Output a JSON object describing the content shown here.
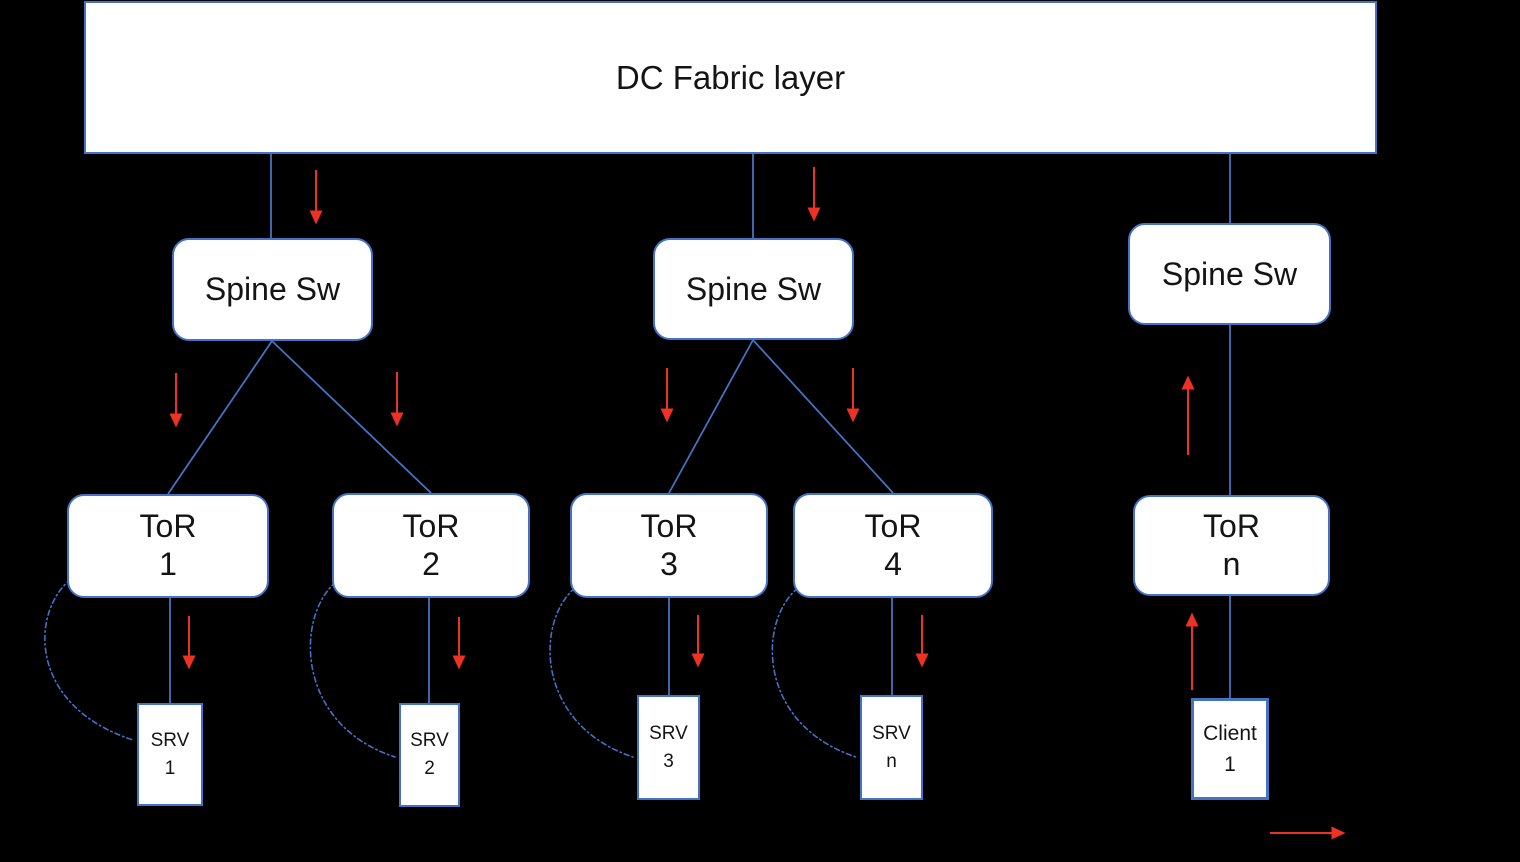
{
  "diagram": {
    "title": "DC Fabric layer",
    "nodes": {
      "fabric": {
        "label": "DC Fabric layer"
      },
      "spines": [
        {
          "label": "Spine Sw"
        },
        {
          "label": "Spine Sw"
        },
        {
          "label": "Spine Sw"
        }
      ],
      "tors": [
        {
          "line1": "ToR",
          "line2": "1"
        },
        {
          "line1": "ToR",
          "line2": "2"
        },
        {
          "line1": "ToR",
          "line2": "3"
        },
        {
          "line1": "ToR",
          "line2": "4"
        },
        {
          "line1": "ToR",
          "line2": "n"
        }
      ],
      "servers": [
        {
          "line1": "SRV",
          "line2": "1"
        },
        {
          "line1": "SRV",
          "line2": "2"
        },
        {
          "line1": "SRV",
          "line2": "3"
        },
        {
          "line1": "SRV",
          "line2": "n"
        }
      ],
      "client": {
        "line1": "Client",
        "line2": "1"
      }
    },
    "colors": {
      "background": "#000000",
      "node_fill": "#ffffff",
      "node_border": "#4472c4",
      "connector": "#4472c4",
      "arrow_red": "#ed3124"
    }
  }
}
